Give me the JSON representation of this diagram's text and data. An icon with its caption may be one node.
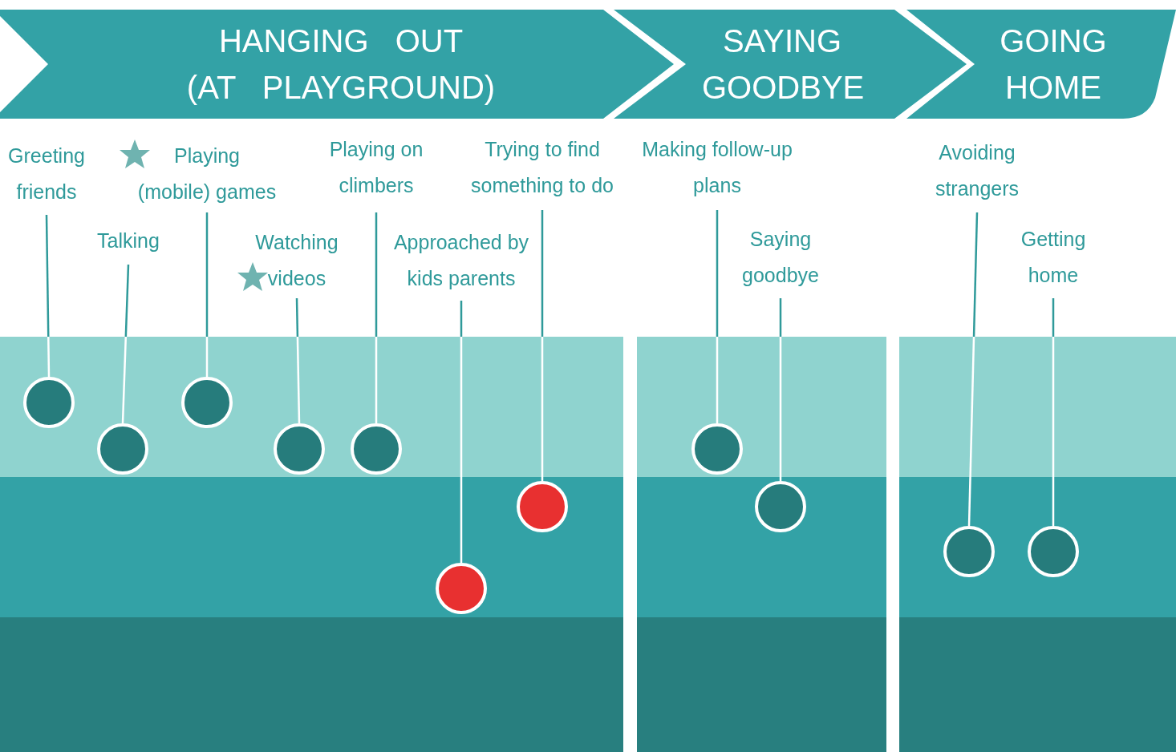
{
  "diagram": {
    "nodes": [
      {
        "text": [
          "HANGING OUT (AT PLAYGROUND)"
        ]
      },
      {
        "text": [
          "SAYING GOODBYE"
        ]
      },
      {
        "text": [
          "GOING HOME"
        ]
      },
      {
        "text": [
          "Greeting friends"
        ]
      },
      {
        "text": [
          "Talking"
        ]
      },
      {
        "text": [
          "Playing (mobile) games"
        ]
      },
      {
        "text": [
          "Watching videos"
        ]
      },
      {
        "text": [
          "Playing on climbers"
        ]
      },
      {
        "text": [
          "Approached by kids parents"
        ]
      },
      {
        "text": [
          "Trying to find something to do"
        ]
      },
      {
        "text": [
          "Making follow-up plans"
        ]
      },
      {
        "text": [
          "Saying goodbye"
        ]
      },
      {
        "text": [
          "Avoiding strangers"
        ]
      },
      {
        "text": [
          "Getting home"
        ]
      },
      {
        "text": [],
        "shape": "circle"
      },
      {
        "text": [],
        "shape": "circle"
      },
      {
        "text": [],
        "shape": "circle"
      },
      {
        "text": [],
        "shape": "circle"
      },
      {
        "text": [],
        "shape": "circle"
      },
      {
        "text": [],
        "shape": "circle"
      },
      {
        "text": [],
        "shape": "circle"
      },
      {
        "text": [],
        "shape": "circle"
      },
      {
        "text": [],
        "shape": "circle"
      },
      {
        "text": [],
        "shape": "circle"
      },
      {
        "text": [],
        "shape": "circle"
      }
    ],
    "edges": [
      {
        "from": 3,
        "to": 14,
        "arrow": "none"
      },
      {
        "from": 4,
        "to": 15,
        "arrow": "none"
      },
      {
        "from": 5,
        "to": 16,
        "arrow": "none"
      },
      {
        "from": 6,
        "to": 17,
        "arrow": "none"
      },
      {
        "from": 7,
        "to": 18,
        "arrow": "none"
      },
      {
        "from": 8,
        "to": 19,
        "arrow": "none"
      },
      {
        "from": 9,
        "to": 20,
        "arrow": "none"
      },
      {
        "from": 10,
        "to": 21,
        "arrow": "none"
      },
      {
        "from": 11,
        "to": 22,
        "arrow": "none"
      },
      {
        "from": 12,
        "to": 23,
        "arrow": "none"
      },
      {
        "from": 13,
        "to": 24,
        "arrow": "none"
      }
    ]
  }
}
